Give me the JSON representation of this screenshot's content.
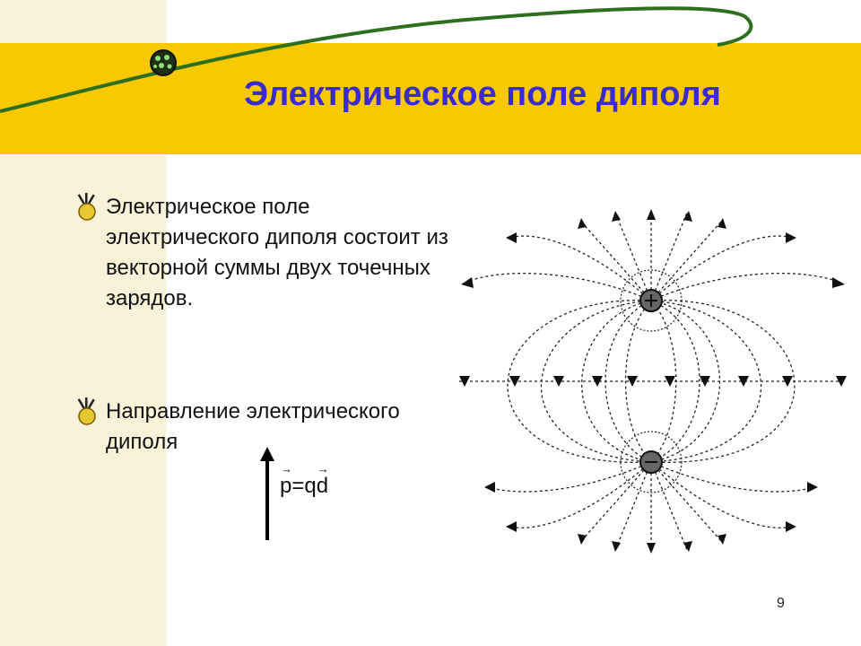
{
  "slide": {
    "title": "Электрическое поле диполя",
    "bullets": [
      {
        "text": "Электрическое поле электрического диполя состоит из векторной суммы двух точечных зарядов."
      },
      {
        "text": "Направление электрического диполя"
      }
    ],
    "formula": {
      "p": "p",
      "eq": "=q",
      "d": "d"
    },
    "page_number": "9"
  },
  "colors": {
    "header_band": "#f8c800",
    "title": "#3a2bd0",
    "left_strip": "#f7f2d8",
    "swoosh": "#2e6f1f"
  },
  "icons": [
    "bullet-bulb-icon",
    "globe-orb-icon",
    "dipole-arrow-icon"
  ]
}
